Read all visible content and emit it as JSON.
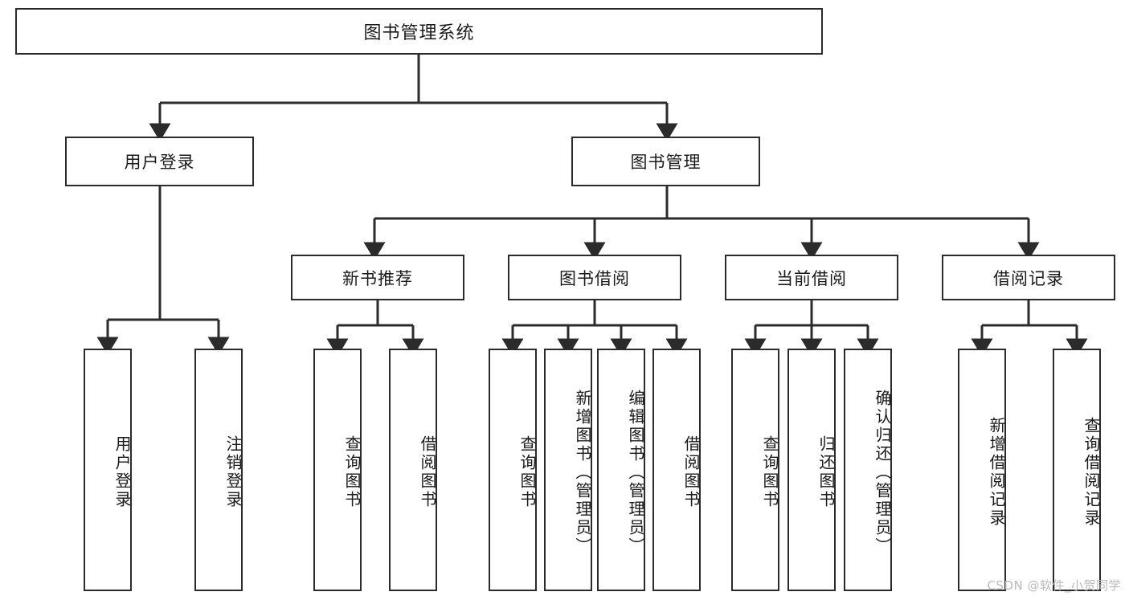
{
  "diagram": {
    "title": "图书管理系统",
    "type": "tree",
    "orientation": "top-down",
    "watermark": "CSDN @软件_小贺同学",
    "colors": {
      "box_border": "#2b2b2b",
      "box_fill": "#ffffff",
      "edge": "#2b2b2b",
      "text": "#1a1a1a",
      "watermark": "#b9b9b9",
      "background": "#ffffff"
    },
    "nodes": {
      "root": {
        "label": "图书管理系统"
      },
      "level2": [
        {
          "label": "用户登录"
        },
        {
          "label": "图书管理"
        }
      ],
      "level3": [
        {
          "label": "新书推荐"
        },
        {
          "label": "图书借阅"
        },
        {
          "label": "当前借阅"
        },
        {
          "label": "借阅记录"
        }
      ],
      "leaves": {
        "user_login": [
          {
            "label": "用户登录"
          },
          {
            "label": "注销登录"
          }
        ],
        "new_book_recommend": [
          {
            "label": "查询图书"
          },
          {
            "label": "借阅图书"
          }
        ],
        "book_borrow": [
          {
            "label": "查询图书"
          },
          {
            "label": "新增图书（管理员）"
          },
          {
            "label": "编辑图书（管理员）"
          },
          {
            "label": "借阅图书"
          }
        ],
        "current_borrow": [
          {
            "label": "查询图书"
          },
          {
            "label": "归还图书"
          },
          {
            "label": "确认归还（管理员）"
          }
        ],
        "borrow_records": [
          {
            "label": "新增借阅记录"
          },
          {
            "label": "查询借阅记录"
          }
        ]
      }
    }
  }
}
